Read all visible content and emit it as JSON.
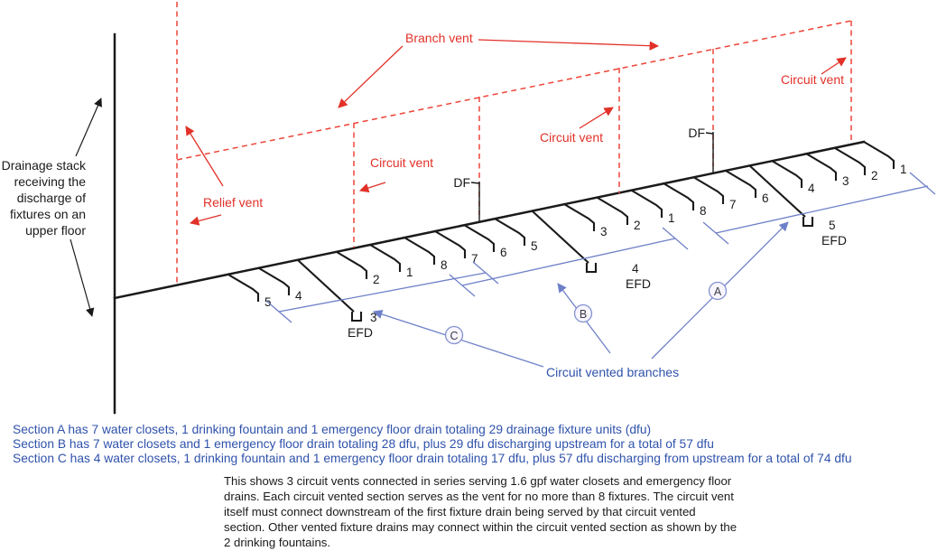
{
  "colors": {
    "vent_red": "#e23128",
    "vent_red_dash": "#ee4438",
    "annotation_blue_text": "#2f52ab",
    "annotation_blue_line": "#6e80c8",
    "pipe_black": "#1a1a1a"
  },
  "stack_label": {
    "lines": [
      "Drainage stack",
      "receiving the",
      "discharge of",
      "fixtures on an",
      "upper floor"
    ]
  },
  "vent_labels": {
    "branch": "Branch vent",
    "relief": "Relief vent",
    "circuit_1": "Circuit vent",
    "circuit_2": "Circuit vent",
    "circuit_3": "Circuit vent"
  },
  "fixtures": {
    "df_downstream": "DF",
    "df_upstream": "DF",
    "c": {
      "numbers": [
        "5",
        "4",
        "3",
        "2",
        "1"
      ],
      "efd": "EFD"
    },
    "b": {
      "numbers": [
        "8",
        "7",
        "6",
        "5",
        "4",
        "3",
        "2",
        "1"
      ],
      "efd": "EFD"
    },
    "a": {
      "numbers": [
        "8",
        "7",
        "6",
        "5",
        "4",
        "3",
        "2",
        "1"
      ],
      "efd": "EFD"
    }
  },
  "callout": {
    "label": "Circuit vented branches",
    "circles": [
      "A",
      "B",
      "C"
    ]
  },
  "notes": [
    "Section A has 7 water closets, 1 drinking fountain and 1 emergency floor drain totaling 29 drainage fixture units (dfu)",
    "Section B has 7 water closets and 1 emergency floor drain totaling 28 dfu, plus 29 dfu discharging upstream for a total of 57 dfu",
    "Section C has 4 water closets, 1 drinking fountain and 1 emergency floor drain totaling 17 dfu, plus 57 dfu discharging from upstream for a total of 74 dfu"
  ],
  "description": [
    "This shows 3 circuit vents connected in series serving 1.6 gpf water closets and emergency floor",
    "drains. Each circuit vented section serves as the vent for no more than 8 fixtures. The circuit vent",
    "itself must connect downstream of the first fixture drain being served by that circuit vented",
    "section. Other vented fixture drains may connect within the circuit vented section as shown by the",
    "2 drinking fountains."
  ]
}
